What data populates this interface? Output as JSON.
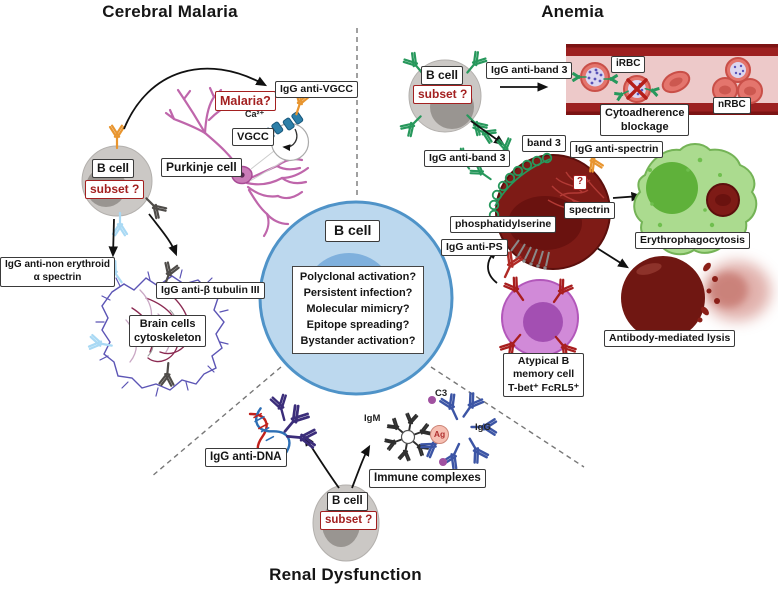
{
  "palette": {
    "antibody_green": "#27985c",
    "antibody_orange": "#e8952f",
    "antibody_lightblue": "#a9d9f4",
    "antibody_gray": "#4f4c49",
    "antibody_darkred": "#a81e1e",
    "antibody_purple": "#3b2d7a",
    "antibody_blue": "#3c55a5",
    "antibody_black": "#2e2e2e",
    "b_cell_gray": "#cbc8c5",
    "b_cell_nucleus": "#999591",
    "center_circle": "#bcd8ee",
    "center_inner": "#7fb0dd",
    "vessel_wall": "#9c2020",
    "vessel_lumen": "#edc9c9",
    "rbc": "#e4756d",
    "dark_rbc": "#7e1b16",
    "macrophage": "#abdb8f",
    "atypical_cell": "#d18ad8",
    "purkinje_pink": "#bf66ab",
    "question_red": "#a32020"
  },
  "center": {
    "b_cell": "B cell",
    "questions": [
      "Polyclonal activation?",
      "Persistent infection?",
      "Molecular mimicry?",
      "Epitope spreading?",
      "Bystander activation?"
    ]
  },
  "cerebral": {
    "title": "Cerebral Malaria",
    "b_cell": "B cell",
    "subset": "subset ?",
    "malaria_q": "Malaria?",
    "igg_anti_vgcc": "IgG anti-VGCC",
    "ca": "Ca²⁺",
    "vgcc": "VGCC",
    "purkinje_cell": "Purkinje cell",
    "igg_non_erythroid_1": "IgG anti-non erythroid",
    "igg_non_erythroid_2": "α spectrin",
    "igg_beta_tubulin": "IgG anti-β tubulin III",
    "brain_cells_1": "Brain cells",
    "brain_cells_2": "cytoskeleton"
  },
  "anemia": {
    "title": "Anemia",
    "b_cell": "B cell",
    "subset": "subset ?",
    "igg_anti_band3_top": "IgG anti-band 3",
    "irbc": "iRBC",
    "nrbc": "nRBC",
    "cytoadherence_1": "Cytoadherence",
    "cytoadherence_2": "blockage",
    "band3": "band 3",
    "igg_anti_band3": "IgG anti-band 3",
    "igg_anti_spectrin": "IgG anti-spectrin",
    "unknown_q": "?",
    "spectrin": "spectrin",
    "phosphatidylserine": "phosphatidylserine",
    "igg_anti_ps": "IgG anti-PS",
    "erythrophagocytosis": "Erythrophagocytosis",
    "antibody_mediated_lysis": "Antibody-mediated lysis",
    "atypical_1": "Atypical B",
    "atypical_2": "memory cell",
    "atypical_3": "T-bet⁺ FcRL5⁺"
  },
  "renal": {
    "title": "Renal Dysfunction",
    "b_cell": "B cell",
    "subset": "subset ?",
    "igg_anti_dna": "IgG anti-DNA",
    "immune_complexes": "Immune complexes",
    "igm": "IgM",
    "c3": "C3",
    "ag": "Ag",
    "igg": "IgG"
  }
}
